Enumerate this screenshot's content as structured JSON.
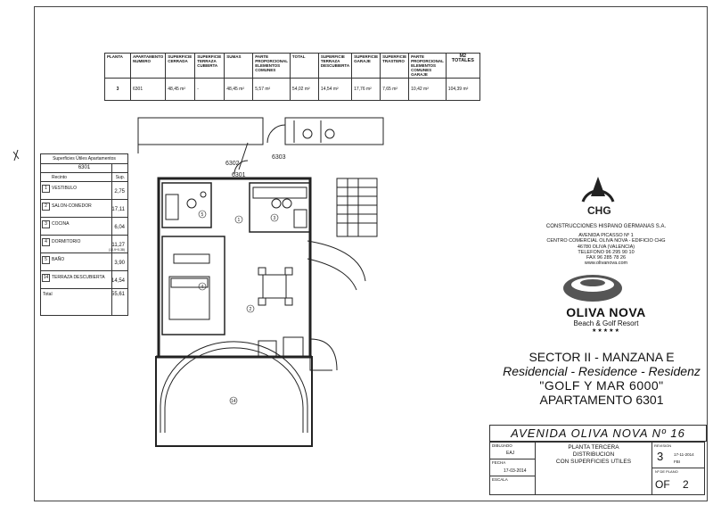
{
  "summary_table": {
    "headers": [
      "PLANTA",
      "APARTAMENTO NUMERO",
      "SUPERFICIE CERRADA",
      "SUPERFICIE TERRAZA CUBIERTA",
      "SUMAS",
      "PARTE PROPORCIONAL ELEMENTOS COMUNES",
      "TOTAL",
      "SUPERFICIE TERRAZA DESCUBIERTA",
      "SUPERFICIE GARAJE",
      "SUPERFICIE TRASTERO",
      "PARTE PROPORCIONAL ELEMENTOS COMUNES GARAJE",
      "M2 TOTALES"
    ],
    "values": [
      "3",
      "6301",
      "48,45 m²",
      "-",
      "48,45 m²",
      "5,57 m²",
      "54,02 m²",
      "14,54 m²",
      "17,76 m²",
      "7,65 m²",
      "10,42 m²",
      "104,39 m²"
    ]
  },
  "utiles": {
    "title": "Superficies Útiles Apartamentos",
    "apartment": "6301",
    "col_recinto": "Recinto",
    "col_sup": "Sup.",
    "rows": [
      {
        "n": "1",
        "name": "VESTIBULO",
        "value": "2,75"
      },
      {
        "n": "2",
        "name": "SALON-COMEDOR",
        "value": "17,11"
      },
      {
        "n": "3",
        "name": "COCINA",
        "value": "6,04"
      },
      {
        "n": "4",
        "name": "DORMITORIO",
        "value": "11,27",
        "extra": "(10,9+0,38)"
      },
      {
        "n": "5",
        "name": "BAÑO",
        "value": "3,90"
      },
      {
        "n": "14",
        "name": "TERRAZA DESCUBIERTA",
        "value": "14,54"
      }
    ],
    "total_label": "Total",
    "total_value": "55,61"
  },
  "plan_labels": {
    "u6302": "6302",
    "u6303": "6303",
    "u6301": "6301",
    "r1": "1",
    "r2": "2",
    "r3": "3",
    "r4": "4",
    "r5": "5",
    "r14": "14"
  },
  "company": {
    "logo_text": "CHG",
    "name": "CONSTRUCCIONES HISPANO GERMANAS S.A.",
    "lines": [
      "AVENIDA PICASSO Nº 1",
      "CENTRO COMERCIAL OLIVA NOVA - EDIFICIO CHG",
      "46780 OLIVA (VALENCIA)",
      "TELEFONO 96 295 90 10",
      "FAX 96 285 78 26",
      "www.olivanova.com"
    ],
    "brand": "OLIVA NOVA",
    "brand_sub": "Beach & Golf Resort",
    "stars": "★★★★★"
  },
  "project": {
    "line1": "SECTOR II - MANZANA E",
    "line2": "Residencial - Residence - Residenz",
    "line3": "\"GOLF Y MAR 6000\"",
    "line4": "APARTAMENTO 6301"
  },
  "street": "AVENIDA OLIVA NOVA Nº 16",
  "titleblock": {
    "dibujado_label": "DIBUJADO",
    "dibujado": "EAJ",
    "fecha_label": "FECHA",
    "fecha": "17-03-2014",
    "escala_label": "ESCALA",
    "desc": [
      "PLANTA TERCERA",
      "DISTRIBUCION",
      "CON SUPERFICIES UTILES"
    ],
    "revision_label": "REVISION",
    "revision": "3",
    "rev_date": "17-11-2014",
    "rev_by": "FBI",
    "plano_label": "Nº DE PLANO",
    "plano_code": "OF",
    "plano_num": "2"
  }
}
